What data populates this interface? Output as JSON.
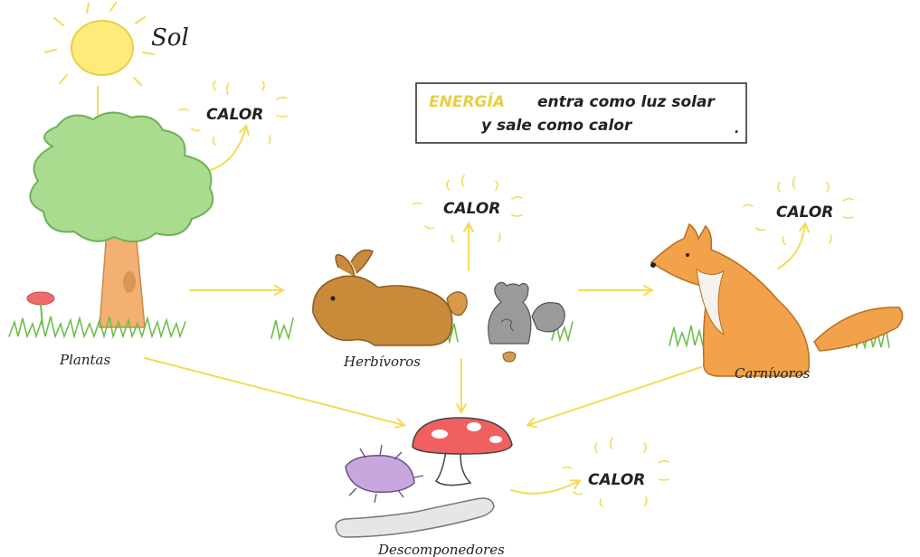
{
  "title_box": {
    "energia": "ENERGÍA",
    "line1_rest": "entra como luz solar",
    "line2": "y sale como calor",
    "dot": "."
  },
  "labels": {
    "sol": "Sol",
    "plantas": "Plantas",
    "herbivoros": "Herbívoros",
    "carnivoros": "Carnívoros",
    "descomponedores": "Descomponedores"
  },
  "heat": {
    "plantas": "CALOR",
    "herbivoros": "CALOR",
    "carnivoros": "CALOR",
    "descomponedores": "CALOR"
  },
  "colors": {
    "sun": "#FDEB7A",
    "arrow": "#F3DB5A",
    "energia": "#E9CF45",
    "leaf": "#A9DC8E",
    "trunk": "#F4B073",
    "rabbit": "#C98A3A",
    "fox": "#F2A24A",
    "squirrel": "#9A9A9A",
    "mushroom": "#F06060",
    "bug": "#C6A8DE",
    "worm": "#E6E6E6",
    "grass": "#6CBF4A"
  }
}
